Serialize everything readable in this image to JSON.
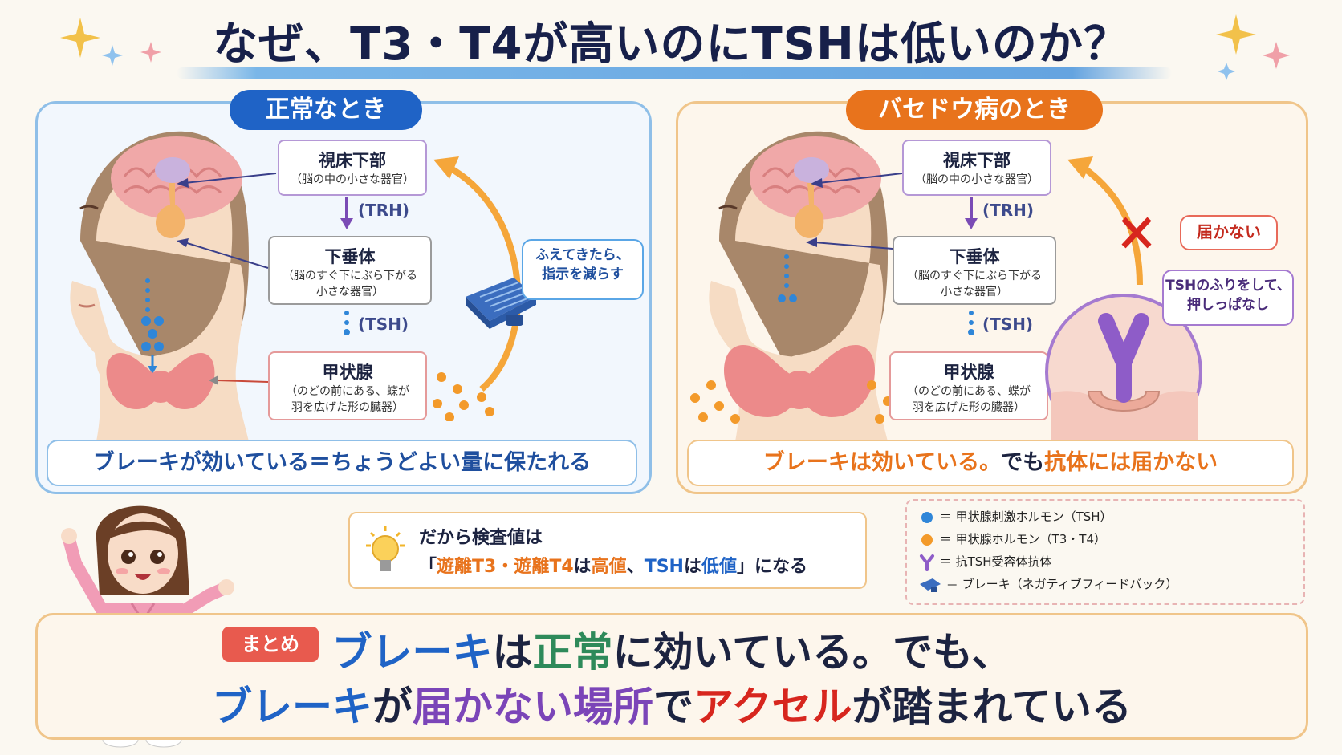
{
  "title": "なぜ、T3・T4が高いのにTSHは低いのか？",
  "normal": {
    "label": "正常なとき",
    "hypothalamus": {
      "name": "視床下部",
      "desc": "（脳の中の小さな器官）"
    },
    "trh": "(TRH)",
    "pituitary": {
      "name": "下垂体",
      "desc1": "（脳のすぐ下にぶら下がる",
      "desc2": "小さな器官）"
    },
    "tsh": "(TSH)",
    "thyroid": {
      "name": "甲状腺",
      "desc1": "（のどの前にある、蝶が",
      "desc2": "羽を広げた形の臓器）"
    },
    "callout1": "ふえてきたら、",
    "callout2": "指示を減らす",
    "footer": "ブレーキが効いている＝ちょうどよい量に保たれる"
  },
  "graves": {
    "label": "バセドウ病のとき",
    "hypothalamus": {
      "name": "視床下部",
      "desc": "（脳の中の小さな器官）"
    },
    "trh": "(TRH)",
    "pituitary": {
      "name": "下垂体",
      "desc1": "（脳のすぐ下にぶら下がる",
      "desc2": "小さな器官）"
    },
    "tsh": "(TSH)",
    "thyroid": {
      "name": "甲状腺",
      "desc1": "（のどの前にある、蝶が",
      "desc2": "羽を広げた形の臓器）"
    },
    "blocked": "届かない",
    "callout1": "TSHのふりをして、",
    "callout2": "押しっぱなし",
    "footer_a": "ブレーキは効いている。",
    "footer_b": "でも",
    "footer_c": "抗体には届かない"
  },
  "result": {
    "line1": "だから検査値は",
    "p1": "「",
    "p2": "遊離T3・遊離T4",
    "p3": "は",
    "p4": "高値",
    "p5": "、",
    "p6": "TSH",
    "p7": "は",
    "p8": "低値",
    "p9": "」になる"
  },
  "legend": [
    {
      "sym": "＝",
      "text": "甲状腺刺激ホルモン（TSH）"
    },
    {
      "sym": "＝",
      "text": "甲状腺ホルモン（T3・T4）"
    },
    {
      "sym": "＝",
      "text": "抗TSH受容体抗体"
    },
    {
      "sym": "＝",
      "text": "ブレーキ（ネガティブフィードバック）"
    }
  ],
  "summary": {
    "tag": "まとめ",
    "l1a": "ブレーキ",
    "l1b": "は",
    "l1c": "正常",
    "l1d": "に効いている。でも、",
    "l2a": "ブレーキ",
    "l2b": "が",
    "l2c": "届かない場所",
    "l2d": "で",
    "l2e": "アクセル",
    "l2f": "が踏まれている"
  },
  "colors": {
    "blue": "#1f63c6",
    "orange": "#e8731c",
    "green": "#2e8a5a",
    "purple": "#7b45b8",
    "red": "#d7261e"
  }
}
